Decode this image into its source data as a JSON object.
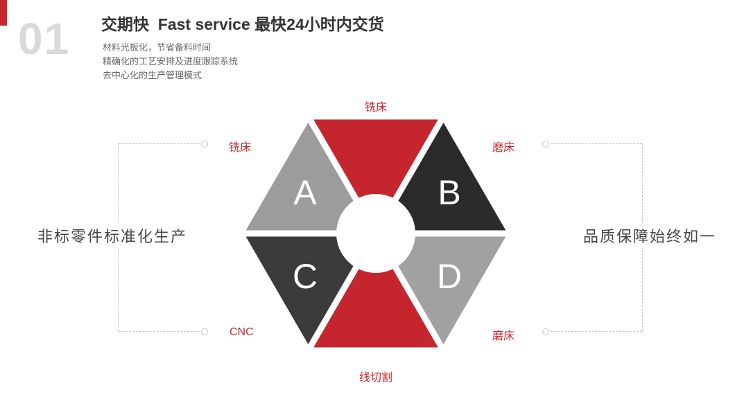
{
  "slide": {
    "number": "01",
    "title": "交期快  Fast service 最快24小时内交货",
    "features": [
      "材料光板化，节省备料时间",
      "精确化的工艺安排及进度跟踪系统",
      "去中心化的生产管理模式"
    ],
    "left_caption": "非标零件标准化生产",
    "right_caption": "品质保障始终如一"
  },
  "diagram": {
    "labels": {
      "top": "铣床",
      "upper_left": "铣床",
      "upper_right": "磨床",
      "lower_left": "CNC",
      "lower_right": "磨床",
      "bottom": "线切割"
    },
    "letters": {
      "a": "A",
      "b": "B",
      "c": "C",
      "d": "D"
    },
    "colors": {
      "red": "#c5262e",
      "gray_a": "#9c9c9c",
      "gray_d": "#a1a1a1",
      "dark_b": "#2b2b2b",
      "dark_c": "#3b3b3b",
      "label_red": "#c5262e",
      "line_gray": "#c6c6c6",
      "number_gray": "#d9d9d9"
    }
  }
}
